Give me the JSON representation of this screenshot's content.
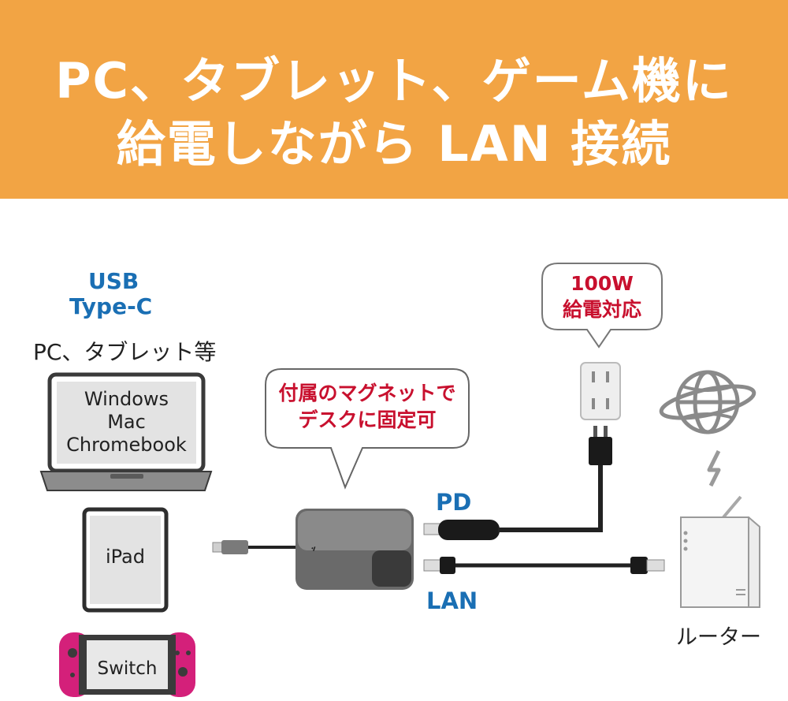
{
  "banner": {
    "line1": "PC、タブレット、ゲーム機に",
    "line2": "給電しながら LAN 接続",
    "color": "#f2a444"
  },
  "source": {
    "usb_label_line1": "USB",
    "usb_label_line2": "Type-C",
    "devices_caption": "PC、タブレット等",
    "laptop_lines": [
      "Windows",
      "Mac",
      "Chromebook"
    ],
    "tablet_label": "iPad",
    "console_label": "Switch"
  },
  "adapter": {
    "callout_line1": "付属のマグネットで",
    "callout_line2": "デスクに固定可",
    "pd_label": "PD",
    "lan_label": "LAN"
  },
  "power": {
    "callout_line1": "100W",
    "callout_line2": "給電対応"
  },
  "router": {
    "label": "ルーター"
  },
  "colors": {
    "accent_blue": "#1a6fb4",
    "accent_red": "#c8102e",
    "console_pink": "#d4207a"
  }
}
